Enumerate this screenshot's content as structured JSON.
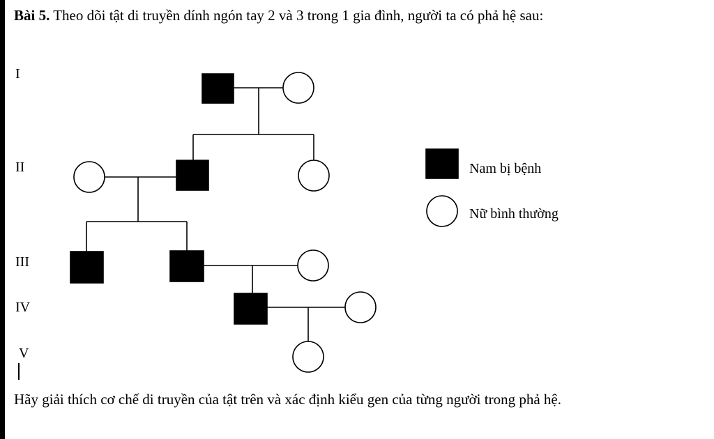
{
  "problem": {
    "label": "Bài 5.",
    "text": "Theo dõi tật di truyền dính ngón tay 2 và 3 trong 1 gia đình, người ta có phả hệ sau:"
  },
  "generations": [
    "I",
    "II",
    "III",
    "IV",
    "V"
  ],
  "legend": {
    "affected_male": "Nam bị bệnh",
    "normal_female": "Nữ bình thường"
  },
  "pedigree": {
    "individuals": [
      {
        "id": "I-1",
        "generation": "I",
        "sex": "male",
        "status": "affected"
      },
      {
        "id": "I-2",
        "generation": "I",
        "sex": "female",
        "status": "normal"
      },
      {
        "id": "II-1",
        "generation": "II",
        "sex": "female",
        "status": "normal"
      },
      {
        "id": "II-2",
        "generation": "II",
        "sex": "male",
        "status": "affected"
      },
      {
        "id": "II-3",
        "generation": "II",
        "sex": "female",
        "status": "normal"
      },
      {
        "id": "III-1",
        "generation": "III",
        "sex": "male",
        "status": "affected"
      },
      {
        "id": "III-2",
        "generation": "III",
        "sex": "male",
        "status": "affected"
      },
      {
        "id": "III-3",
        "generation": "III",
        "sex": "female",
        "status": "normal"
      },
      {
        "id": "IV-1",
        "generation": "IV",
        "sex": "male",
        "status": "affected"
      },
      {
        "id": "IV-2",
        "generation": "IV",
        "sex": "female",
        "status": "normal"
      },
      {
        "id": "V-1",
        "generation": "V",
        "sex": "female",
        "status": "normal"
      }
    ]
  },
  "question": "Hãy giải thích cơ chế di truyền của tật trên và xác định kiểu gen của từng người trong phả hệ.",
  "colors": {
    "affected": "#000000",
    "normal_fill": "#ffffff",
    "line": "#000000"
  }
}
